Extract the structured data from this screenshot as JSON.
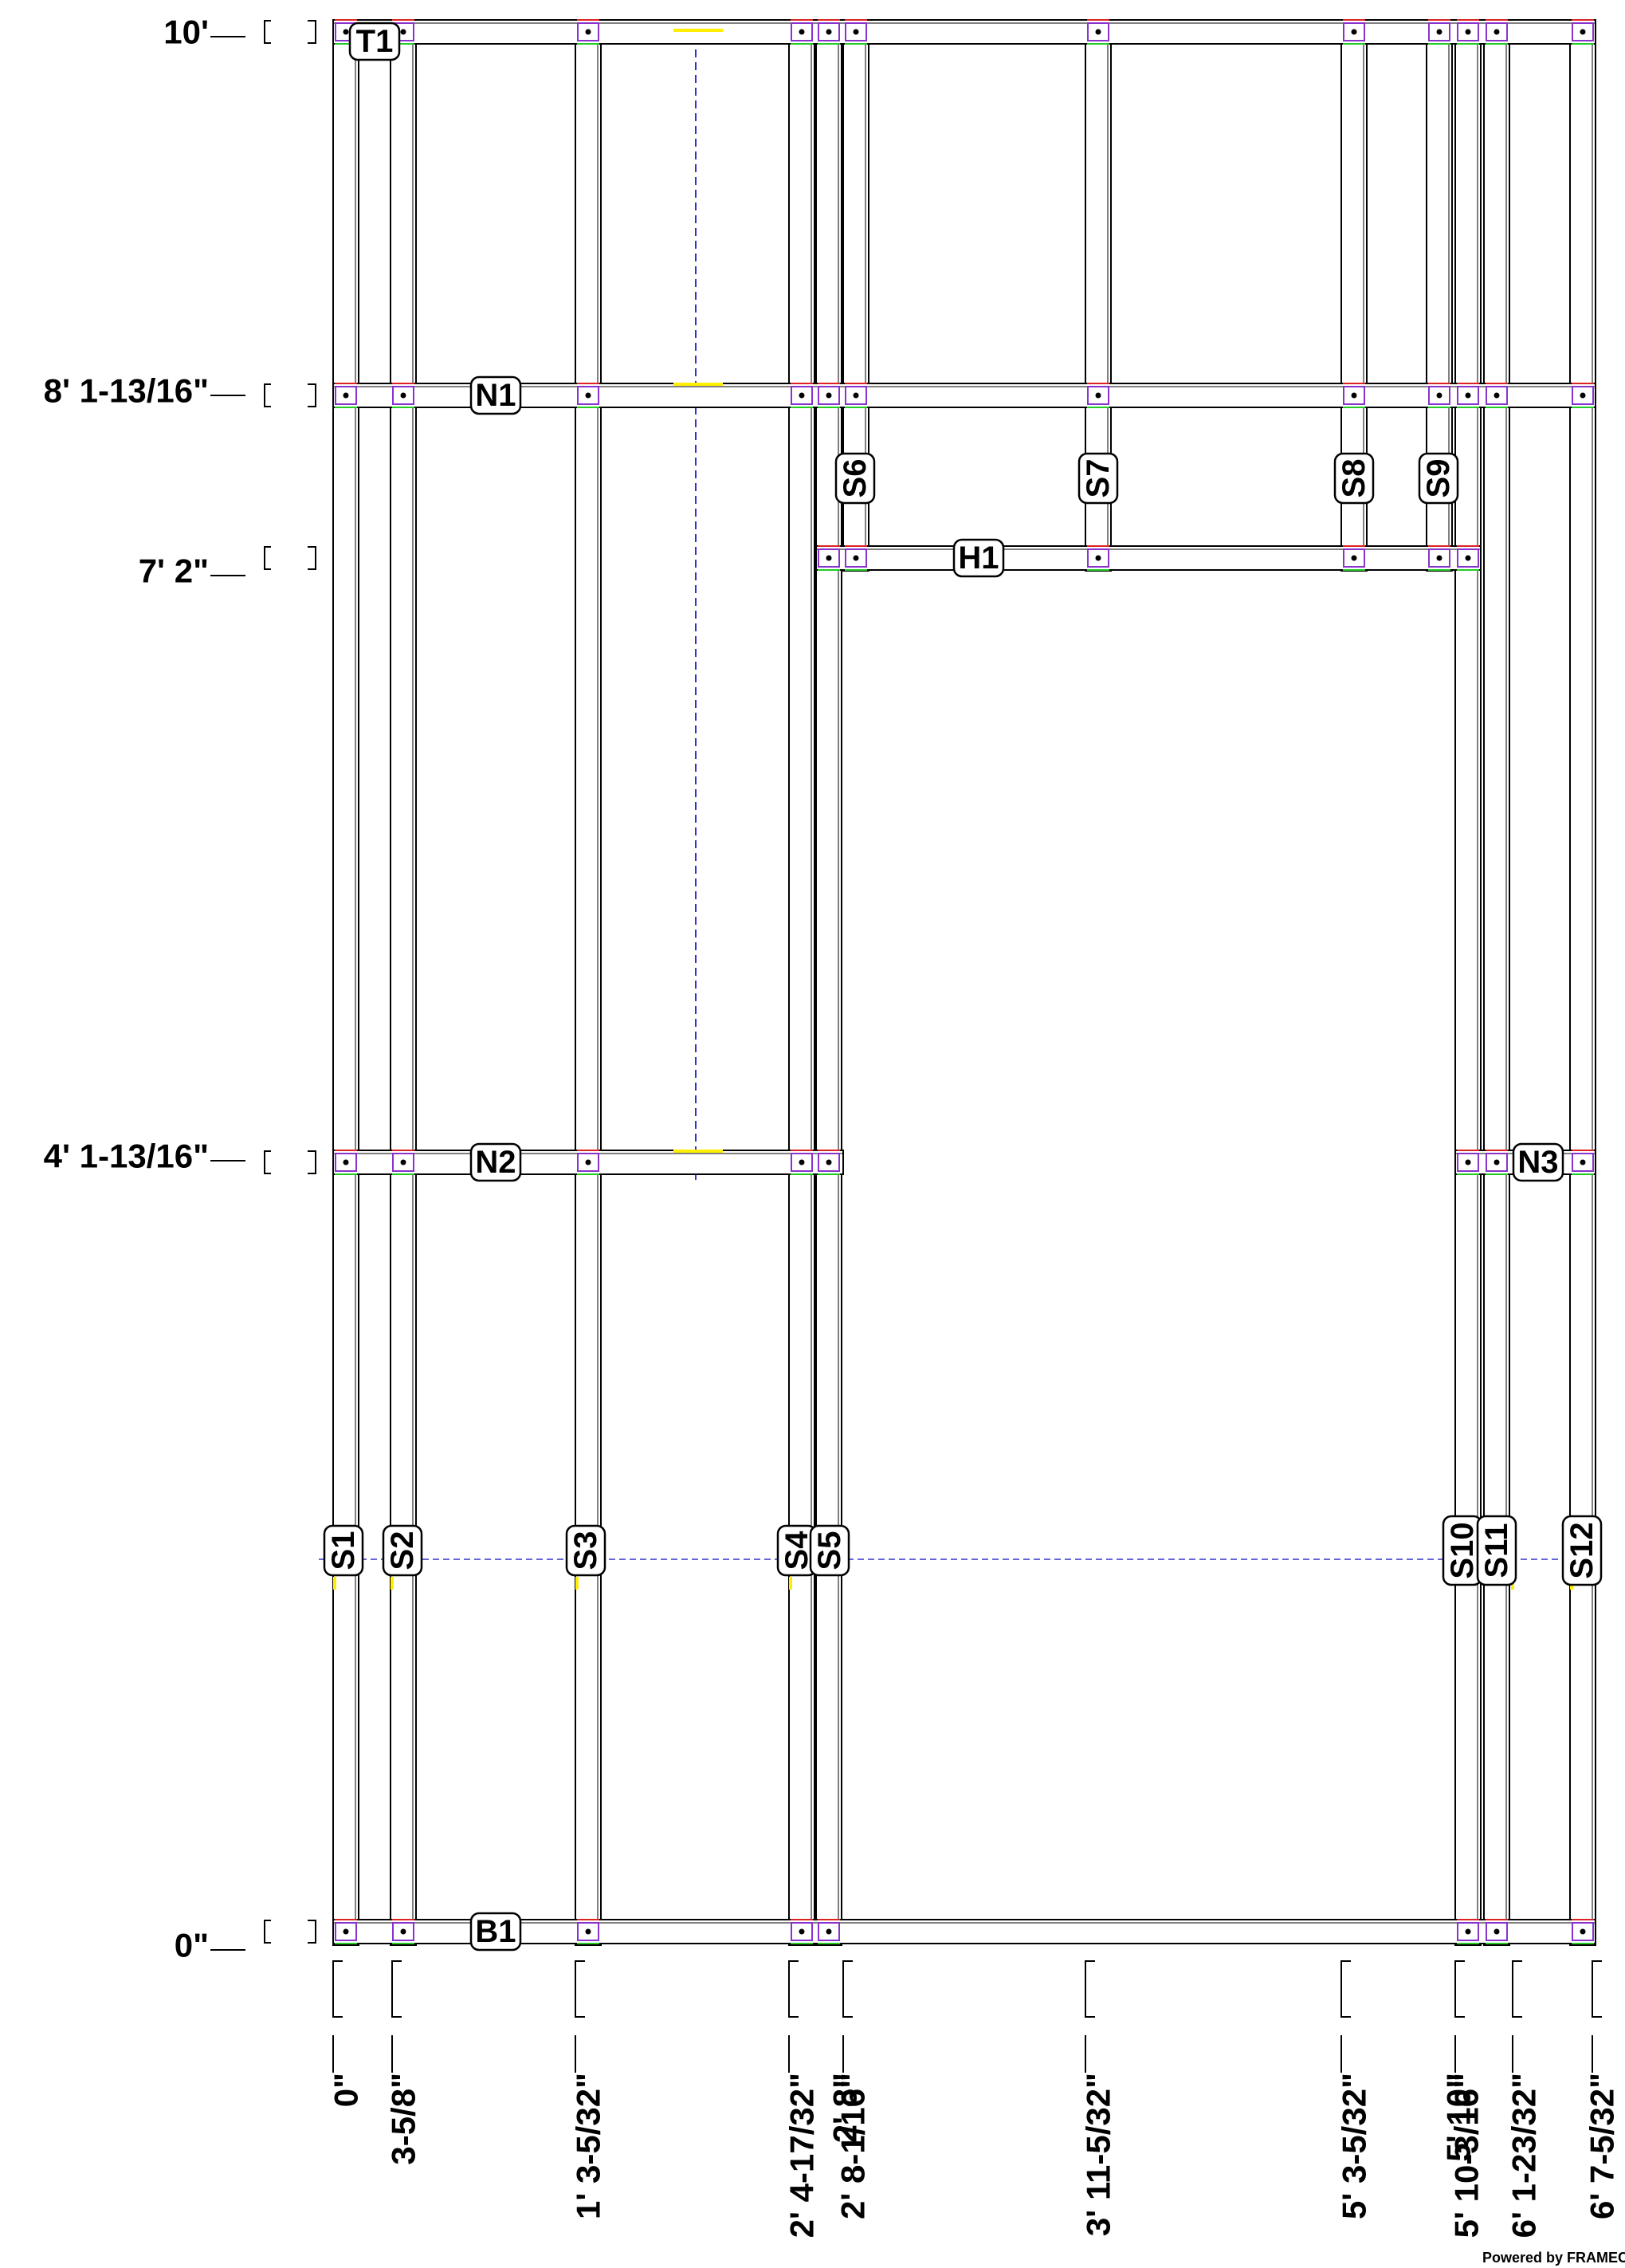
{
  "title": "",
  "credit": "Powered by FRAMECA",
  "colors": {
    "line": "#000000",
    "guide": "#3333cc",
    "marker": "#ffee00",
    "conn_green": "#22cc22",
    "conn_red": "#dd2222",
    "conn_purple": "#8833cc"
  },
  "vertical_levels": [
    {
      "label": "10'"
    },
    {
      "label": "8' 1-13/16\""
    },
    {
      "label": "7' 2\""
    },
    {
      "label": "4' 1-13/16\""
    },
    {
      "label": "0\""
    }
  ],
  "horizontal_positions": [
    {
      "label": "0\""
    },
    {
      "label": "3-5/8\""
    },
    {
      "label": "1' 3-5/32\""
    },
    {
      "label": "2' 4-17/32\""
    },
    {
      "label": "2' 8-1/16\""
    },
    {
      "label": "2' 8\""
    },
    {
      "label": "3' 11-5/32\""
    },
    {
      "label": "5' 3-5/32\""
    },
    {
      "label": "5' 10-3/16\""
    },
    {
      "label": "5' 10\""
    },
    {
      "label": "6' 1-23/32\""
    },
    {
      "label": "6' 7-5/32\""
    }
  ],
  "studs": [
    {
      "label": "S1"
    },
    {
      "label": "S2"
    },
    {
      "label": "S3"
    },
    {
      "label": "S4"
    },
    {
      "label": "S5"
    },
    {
      "label": "S6"
    },
    {
      "label": "S7"
    },
    {
      "label": "S8"
    },
    {
      "label": "S9"
    },
    {
      "label": "S10"
    },
    {
      "label": "S11"
    },
    {
      "label": "S12"
    }
  ],
  "plates": [
    {
      "label": "T1"
    },
    {
      "label": "N1"
    },
    {
      "label": "H1"
    },
    {
      "label": "N2"
    },
    {
      "label": "N3"
    },
    {
      "label": "B1"
    }
  ]
}
